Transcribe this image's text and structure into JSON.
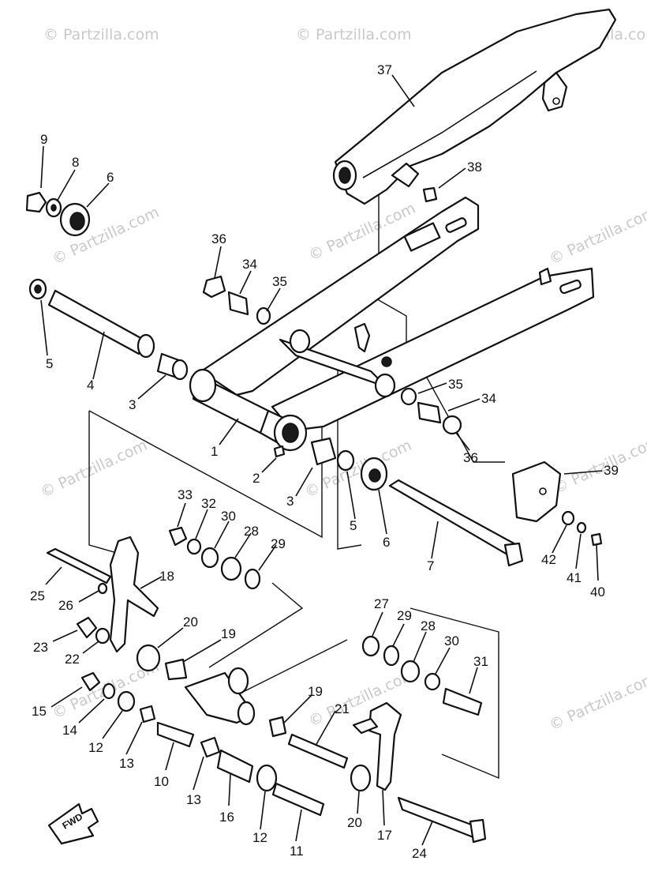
{
  "watermark": "© Partzilla.com",
  "fwd_label": "FWD",
  "callouts": [
    {
      "id": "9",
      "label": "9"
    },
    {
      "id": "8",
      "label": "8"
    },
    {
      "id": "6a",
      "label": "6"
    },
    {
      "id": "5a",
      "label": "5"
    },
    {
      "id": "4",
      "label": "4"
    },
    {
      "id": "3a",
      "label": "3"
    },
    {
      "id": "37",
      "label": "37"
    },
    {
      "id": "38",
      "label": "38"
    },
    {
      "id": "36a",
      "label": "36"
    },
    {
      "id": "34a",
      "label": "34"
    },
    {
      "id": "35a",
      "label": "35"
    },
    {
      "id": "35b",
      "label": "35"
    },
    {
      "id": "34b",
      "label": "34"
    },
    {
      "id": "36b",
      "label": "36"
    },
    {
      "id": "1",
      "label": "1"
    },
    {
      "id": "2",
      "label": "2"
    },
    {
      "id": "3b",
      "label": "3"
    },
    {
      "id": "5b",
      "label": "5"
    },
    {
      "id": "6b",
      "label": "6"
    },
    {
      "id": "7",
      "label": "7"
    },
    {
      "id": "39",
      "label": "39"
    },
    {
      "id": "42",
      "label": "42"
    },
    {
      "id": "41",
      "label": "41"
    },
    {
      "id": "40",
      "label": "40"
    },
    {
      "id": "33",
      "label": "33"
    },
    {
      "id": "32",
      "label": "32"
    },
    {
      "id": "30a",
      "label": "30"
    },
    {
      "id": "28a",
      "label": "28"
    },
    {
      "id": "29a",
      "label": "29"
    },
    {
      "id": "25",
      "label": "25"
    },
    {
      "id": "18",
      "label": "18"
    },
    {
      "id": "26",
      "label": "26"
    },
    {
      "id": "23",
      "label": "23"
    },
    {
      "id": "22",
      "label": "22"
    },
    {
      "id": "20a",
      "label": "20"
    },
    {
      "id": "19a",
      "label": "19"
    },
    {
      "id": "27",
      "label": "27"
    },
    {
      "id": "29b",
      "label": "29"
    },
    {
      "id": "28b",
      "label": "28"
    },
    {
      "id": "30b",
      "label": "30"
    },
    {
      "id": "31",
      "label": "31"
    },
    {
      "id": "15",
      "label": "15"
    },
    {
      "id": "14",
      "label": "14"
    },
    {
      "id": "12a",
      "label": "12"
    },
    {
      "id": "13a",
      "label": "13"
    },
    {
      "id": "10",
      "label": "10"
    },
    {
      "id": "19b",
      "label": "19"
    },
    {
      "id": "21",
      "label": "21"
    },
    {
      "id": "13b",
      "label": "13"
    },
    {
      "id": "16",
      "label": "16"
    },
    {
      "id": "12b",
      "label": "12"
    },
    {
      "id": "11",
      "label": "11"
    },
    {
      "id": "20b",
      "label": "20"
    },
    {
      "id": "17",
      "label": "17"
    },
    {
      "id": "24",
      "label": "24"
    }
  ]
}
